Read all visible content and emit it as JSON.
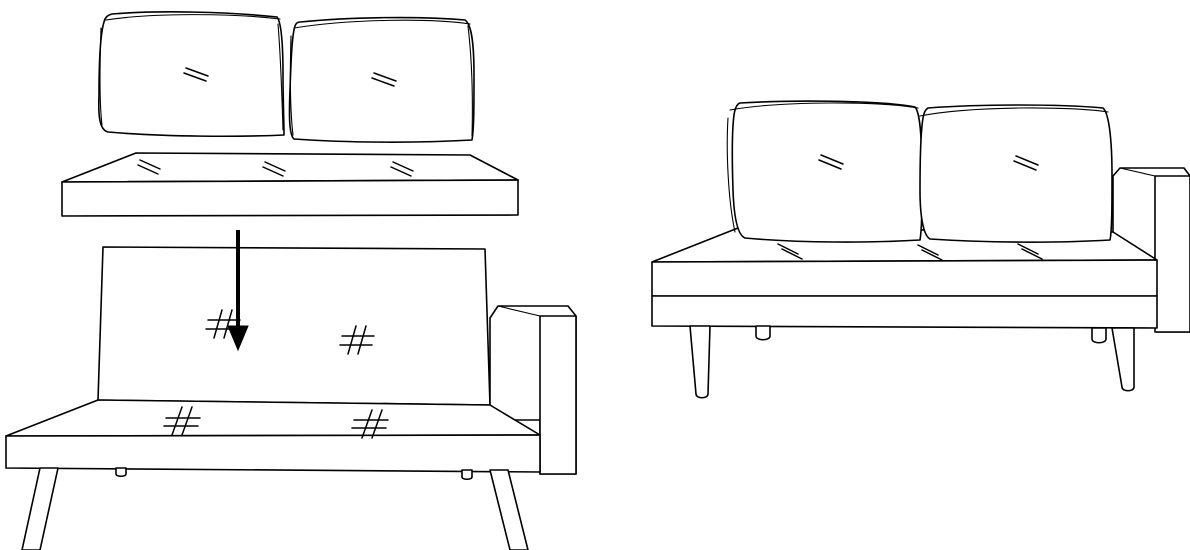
{
  "figure": {
    "panels": [
      {
        "name": "exploded-assembly-view",
        "parts": [
          "back-cushion",
          "back-cushion",
          "seat-cushion",
          "sofa-frame"
        ],
        "direction": "down"
      },
      {
        "name": "assembled-sofa-view",
        "parts": [
          "back-cushion",
          "back-cushion",
          "seat-cushion",
          "sofa-frame"
        ]
      }
    ],
    "colors": {
      "line": "#000000",
      "fill": "#ffffff",
      "background": "#ffffff"
    },
    "icons": [
      "down-arrow-icon",
      "velcro-mark-icon"
    ]
  }
}
